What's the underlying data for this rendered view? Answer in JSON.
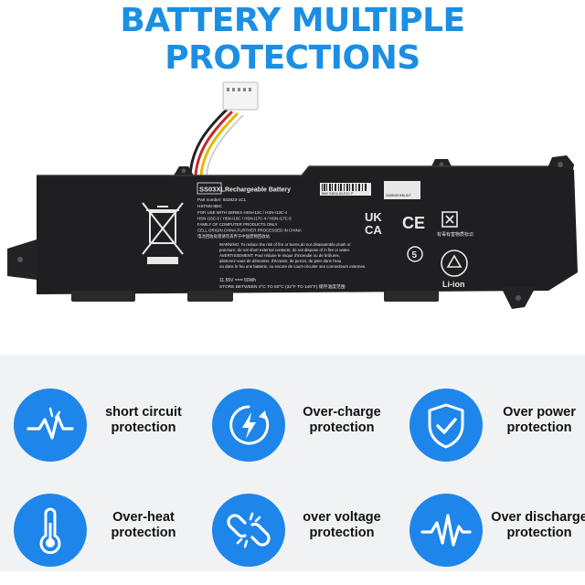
{
  "title": "BATTERY MULTIPLE PROTECTIONS",
  "battery": {
    "model": "SS03XL",
    "heading": "Rechargeable Battery",
    "part_number": "Part number: 932823-1C1",
    "hstnn": "HSTNN-I86C",
    "use_with": "FOR USE WITH SERIES HSN-I12C / HSN-I13C-4",
    "use_with_2": "HSN-I15C-5 / HSN-I16C / HSN-I17C-4 / HSN-I17C-5",
    "family": "FAMILY OF COMPUTER PRODUCTS ONLY",
    "origin": "CELL ORIGIN CHINA FURTHER PROCESSED IN CHINA",
    "warning_cn": "电池回收处理请勿丢弃于中国废物回收站",
    "warning": "WARNING: To reduce the risk of fire or burns,do not disassemble,crush or",
    "warning_2": "puncture; do not short external contacts; do not dispose of in fire or water.",
    "warning_fr": "AVERTISSEMENT: Pour réduire le risque d'incendie ou de brûlures,",
    "warning_fr_2": "abstenez-vous de démonter, d'écraser, de percer, de jeter dans l'eau",
    "warning_fr_3": "ou dans le feu une batterie, ou encore de court-circuiter ses connecteurs externes.",
    "rating": "11.55V === 50Wh",
    "store": "STORE BETWEEN  0°C TO 60°C (32°F TO 140°F)  储存温度范围",
    "barcode_1": "6MV 93810-60-E1C-P",
    "barcode_2": "2M880DH6BL82T",
    "ukca": "UK CA",
    "ce": "CE",
    "recycle_cn": "有毒有害物质标识",
    "liion": "Li-ion",
    "five": "5"
  },
  "features": [
    {
      "icon": "short-circuit-icon",
      "line1": "short circuit",
      "line2": "protection"
    },
    {
      "icon": "over-charge-icon",
      "line1": "Over-charge",
      "line2": "protection"
    },
    {
      "icon": "over-power-icon",
      "line1": "Over power",
      "line2": "protection"
    },
    {
      "icon": "over-heat-icon",
      "line1": "Over-heat",
      "line2": "protection"
    },
    {
      "icon": "over-voltage-icon",
      "line1": "over voltage",
      "line2": "protection"
    },
    {
      "icon": "over-discharge-icon",
      "line1": "Over discharge",
      "line2": "protection"
    }
  ],
  "colors": {
    "accent": "#1a8fe3",
    "icon_bg": "#1e86ea",
    "battery_body": "#1f1f21",
    "panel": "#f1f2f4"
  }
}
